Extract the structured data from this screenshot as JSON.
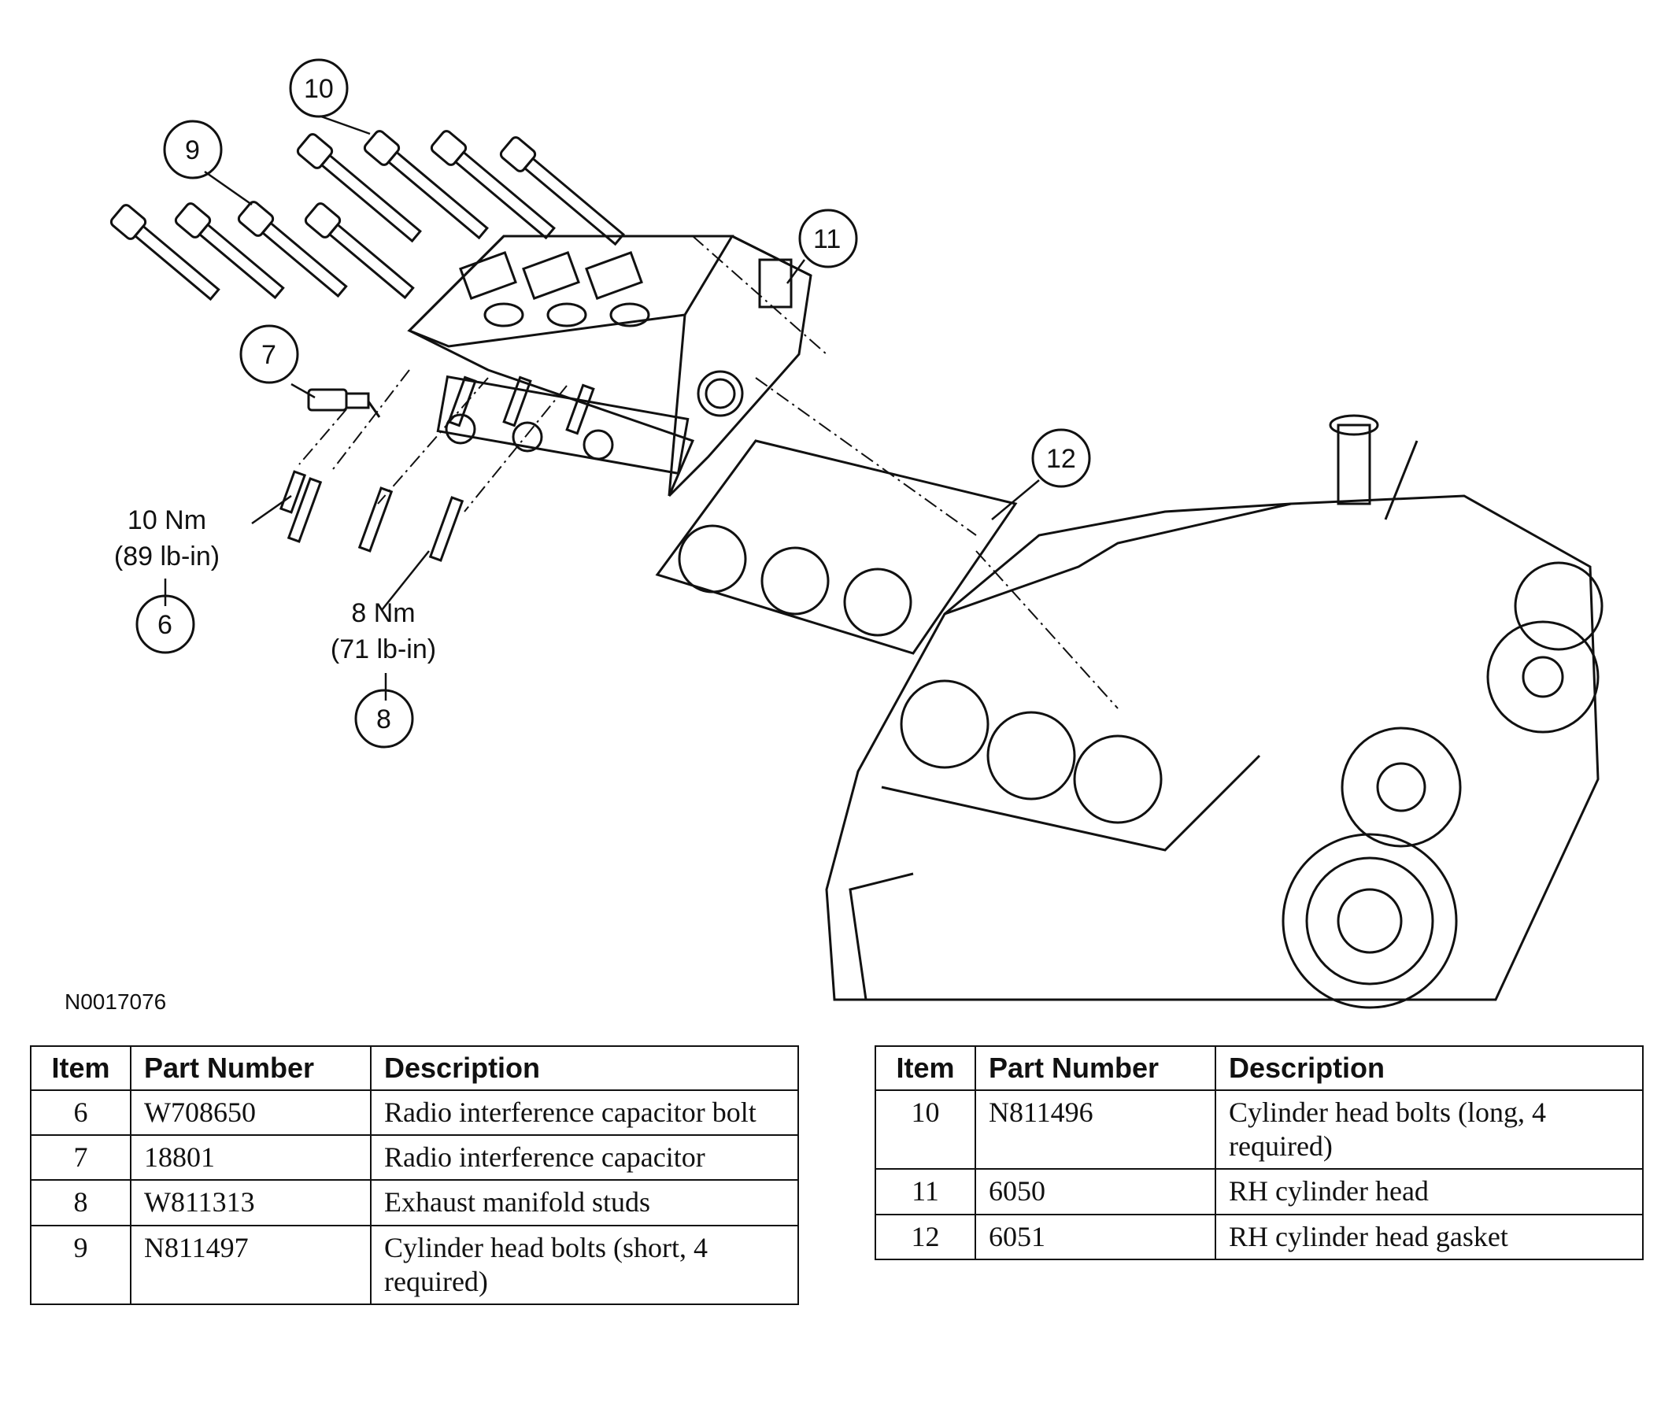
{
  "figure_id": "N0017076",
  "callouts": [
    "10",
    "9",
    "11",
    "7",
    "12",
    "6",
    "8"
  ],
  "torque_6": {
    "nm": "10 Nm",
    "lbin": "(89 lb-in)"
  },
  "torque_8": {
    "nm": "8 Nm",
    "lbin": "(71 lb-in)"
  },
  "table_headers": {
    "item": "Item",
    "part_number": "Part Number",
    "description": "Description"
  },
  "table_left": [
    {
      "item": "6",
      "part": "W708650",
      "desc": "Radio interference capacitor bolt"
    },
    {
      "item": "7",
      "part": "18801",
      "desc": "Radio interference capacitor"
    },
    {
      "item": "8",
      "part": "W811313",
      "desc": "Exhaust manifold studs"
    },
    {
      "item": "9",
      "part": "N811497",
      "desc": "Cylinder head bolts (short, 4 required)"
    }
  ],
  "table_right": [
    {
      "item": "10",
      "part": "N811496",
      "desc": "Cylinder head bolts (long, 4 required)"
    },
    {
      "item": "11",
      "part": "6050",
      "desc": "RH cylinder head"
    },
    {
      "item": "12",
      "part": "6051",
      "desc": "RH cylinder head gasket"
    }
  ]
}
